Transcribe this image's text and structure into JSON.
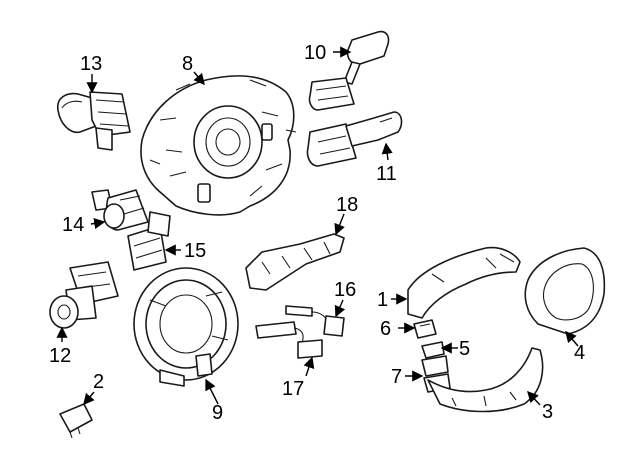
{
  "callouts": {
    "c1": "1",
    "c2": "2",
    "c3": "3",
    "c4": "4",
    "c5": "5",
    "c6": "6",
    "c7": "7",
    "c8": "8",
    "c9": "9",
    "c10": "10",
    "c11": "11",
    "c12": "12",
    "c13": "13",
    "c14": "14",
    "c15": "15",
    "c16": "16",
    "c17": "17",
    "c18": "18"
  },
  "colors": {
    "line": "#1a1a1a",
    "background": "#ffffff"
  }
}
